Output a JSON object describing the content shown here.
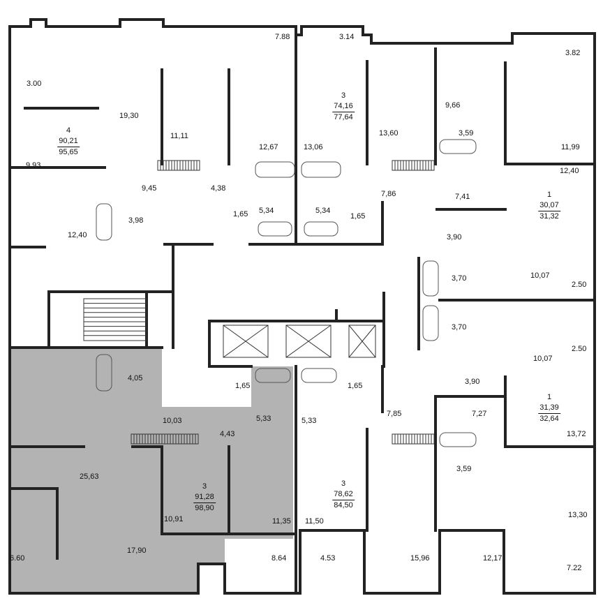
{
  "colors": {
    "wall": "#222222",
    "highlight": "#b3b3b3",
    "background": "#ffffff",
    "fixture": "#555555"
  },
  "apartments": [
    {
      "id": "apt-4-top-left",
      "rooms": "4",
      "living": "90,21",
      "total": "95,65"
    },
    {
      "id": "apt-3-top-center",
      "rooms": "3",
      "living": "74,16",
      "total": "77,64"
    },
    {
      "id": "apt-1-right-upper",
      "rooms": "1",
      "living": "30,07",
      "total": "31,32"
    },
    {
      "id": "apt-1-right-lower",
      "rooms": "1",
      "living": "31,39",
      "total": "32,64"
    },
    {
      "id": "apt-3-bottom-left",
      "rooms": "3",
      "living": "91,28",
      "total": "98,90"
    },
    {
      "id": "apt-3-bottom-center",
      "rooms": "3",
      "living": "78,62",
      "total": "84,50"
    }
  ],
  "areas": [
    "7.88",
    "3.14",
    "3.82",
    "3.00",
    "19,30",
    "11,11",
    "12,67",
    "13,06",
    "13,60",
    "9,66",
    "3,59",
    "11,99",
    "9,93",
    "9,45",
    "4,38",
    "3,98",
    "1,65",
    "5,34",
    "5,34",
    "1,65",
    "7,86",
    "7,41",
    "12,40",
    "12,40",
    "3,90",
    "3,70",
    "10,07",
    "2.50",
    "3,70",
    "2.50",
    "10,07",
    "3,90",
    "4,05",
    "1,65",
    "1,65",
    "10,03",
    "4,43",
    "5,33",
    "5,33",
    "7,85",
    "7,27",
    "13,72",
    "25,63",
    "3,59",
    "13,30",
    "10,91",
    "11,35",
    "11,50",
    "6.60",
    "17,90",
    "8.64",
    "4.53",
    "15,96",
    "12,17",
    "7.22"
  ]
}
